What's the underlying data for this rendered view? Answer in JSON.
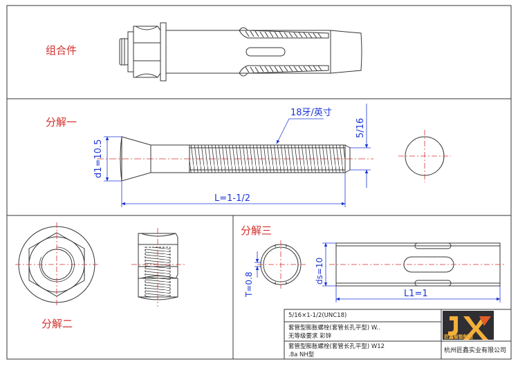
{
  "sections": {
    "assembly": "组合件",
    "exploded_1": "分解一",
    "exploded_2": "分解二",
    "exploded_3": "分解三"
  },
  "dimensions": {
    "thread_spec": "18牙/英寸",
    "diameter": "5/16",
    "d1": "d1=10.5",
    "length": "L=1-1/2",
    "sleeve_thickness": "T=0.8",
    "sleeve_diameter": "ds=10",
    "sleeve_length": "L1=1"
  },
  "title_block": {
    "spec": "5/16×1-1/2(UNC18)",
    "name_line1": "套管型膨胀螺栓(套管长孔平型) W..",
    "name_line2": "无等级要求 彩锌",
    "name_line3": "套管型膨胀螺栓(套管长孔平型) W12",
    "name_line4": ".8a NH型",
    "company": "杭州匠鑫实业有限公司"
  },
  "logo": {
    "mark": "JX",
    "text": "匠鑫智能制造"
  },
  "colors": {
    "line": "#333333",
    "dimension": "#1a35d6",
    "centerline": "#d2302c",
    "label": "#d2302c"
  }
}
